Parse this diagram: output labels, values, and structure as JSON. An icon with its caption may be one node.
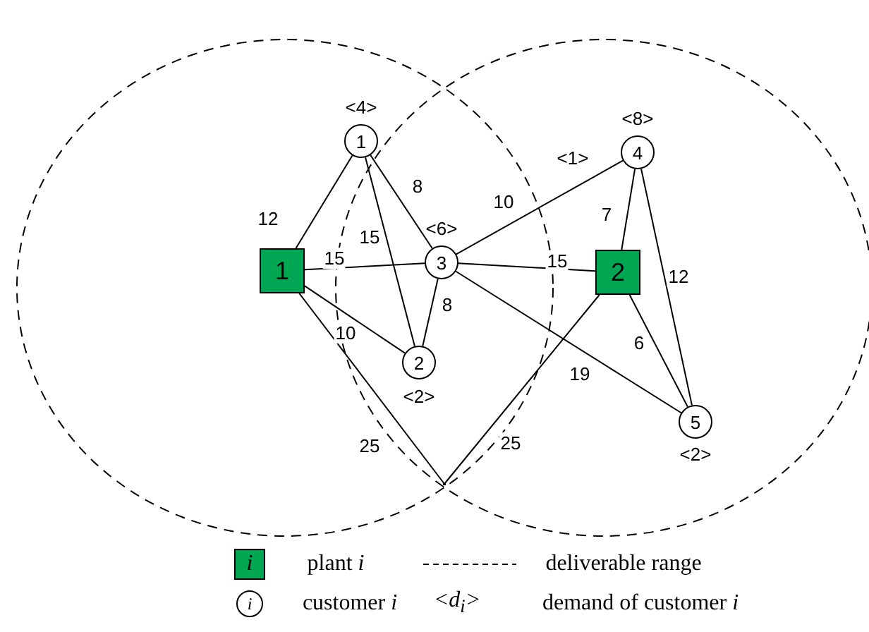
{
  "diagram": {
    "nodes": [
      {
        "text": [
          "1"
        ],
        "beside": [
          "<4>"
        ]
      },
      {
        "text": [
          "4"
        ],
        "beside": [
          "<8>"
        ]
      },
      {
        "text": [
          "1"
        ]
      },
      {
        "text": [
          "3"
        ],
        "beside": [
          "<6>"
        ]
      },
      {
        "text": [
          "2"
        ]
      },
      {
        "text": [
          "2"
        ],
        "beside": [
          "<2>"
        ]
      },
      {
        "text": [
          "5"
        ],
        "beside": [
          "<2>"
        ]
      },
      {
        "text": [],
        "shape": "point"
      }
    ],
    "edges": [
      {
        "from": 2,
        "to": 0,
        "arrow": "none",
        "label": "12"
      },
      {
        "from": 0,
        "to": 3,
        "arrow": "none",
        "label": "8"
      },
      {
        "from": 0,
        "to": 5,
        "arrow": "none",
        "label": "15"
      },
      {
        "from": 2,
        "to": 3,
        "arrow": "none",
        "label": "15"
      },
      {
        "from": 2,
        "to": 5,
        "arrow": "none",
        "label": "10"
      },
      {
        "from": 3,
        "to": 5,
        "arrow": "none",
        "label": "8"
      },
      {
        "from": 3,
        "to": 1,
        "arrow": "none",
        "label": "10"
      },
      {
        "from": 3,
        "to": 4,
        "arrow": "none",
        "label": "15"
      },
      {
        "from": 1,
        "to": 4,
        "arrow": "none",
        "label": "7"
      },
      {
        "from": 1,
        "to": 6,
        "arrow": "none",
        "label": "12"
      },
      {
        "from": 4,
        "to": 6,
        "arrow": "none",
        "label": "6"
      },
      {
        "from": 3,
        "to": 6,
        "arrow": "none",
        "label": "19"
      },
      {
        "from": 2,
        "to": 7,
        "arrow": "none",
        "label": "25"
      },
      {
        "from": 4,
        "to": 7,
        "arrow": "none",
        "label": "25"
      }
    ],
    "labels": [
      "<1>",
      "i",
      "i",
      "<d$_{i}$>"
    ],
    "legend": [
      {
        "text": "plant *i*",
        "color": "#00a651"
      },
      {
        "text": "deliverable range"
      },
      {
        "text": "customer *i*"
      },
      {
        "text": "demand of customer *i*"
      }
    ]
  }
}
